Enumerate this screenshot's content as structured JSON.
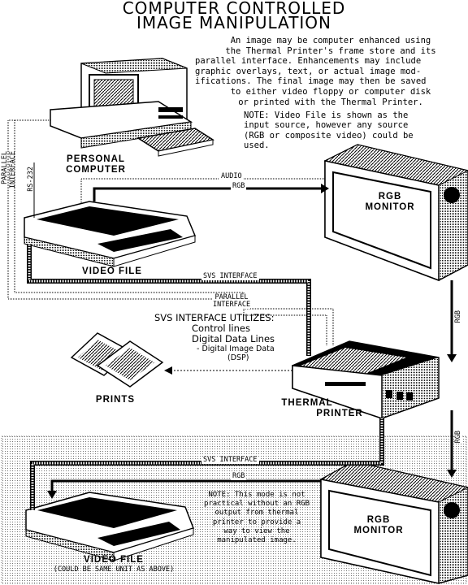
{
  "title": {
    "line1": "COMPUTER CONTROLLED",
    "line2": "IMAGE MANIPULATION"
  },
  "intro": {
    "lines": [
      "An image may be computer enhanced using",
      "the Thermal Printer's frame store and its",
      "parallel interface. Enhancements may include",
      "graphic overlays, text, or actual image mod-",
      "ifications. The final image may then be saved",
      "to either video floppy or computer disk",
      "or printed with the Thermal Printer."
    ]
  },
  "note1": {
    "lines": [
      "NOTE: Video File is shown as the",
      "input source, however any source",
      "(RGB or composite video) could be",
      "used."
    ]
  },
  "devices": {
    "personal_computer": "PERSONAL COMPUTER",
    "personal_computer_l1": "PERSONAL",
    "personal_computer_l2": "COMPUTER",
    "video_file_top": "VIDEO FILE",
    "rgb_monitor_top_l1": "RGB",
    "rgb_monitor_top_l2": "MONITOR",
    "thermal_printer_l1": "THERMAL",
    "thermal_printer_l2": "PRINTER",
    "prints": "PRINTS",
    "video_file_bottom": "VIDEO FILE",
    "video_file_bottom_note": "(COULD BE SAME UNIT AS ABOVE)",
    "rgb_monitor_bottom_l1": "RGB",
    "rgb_monitor_bottom_l2": "MONITOR"
  },
  "signals": {
    "audio": "AUDIO",
    "rgb": "RGB",
    "rs232": "RS-232",
    "parallel_left_l1": "PARALLEL",
    "parallel_left_l2": "INTERFACE",
    "svs_top": "SVS INTERFACE",
    "parallel_mid_l1": "PARALLEL",
    "parallel_mid_l2": "INTERFACE",
    "rgb_vert_1": "RGB",
    "rgb_vert_2": "RGB",
    "svs_bottom": "SVS INTERFACE",
    "rgb_bottom": "RGB"
  },
  "svs_utilizes": {
    "heading": "SVS INTERFACE UTILIZES:",
    "item1": "Control lines",
    "item2": "Digital Data Lines",
    "item3": "- Digital Image Data",
    "item4": "(DSP)"
  },
  "note2": {
    "lines": [
      "NOTE: This mode is not",
      "practical without an RGB",
      "output from thermal",
      "printer to provide a",
      "way to view the",
      "manipulated image."
    ]
  }
}
